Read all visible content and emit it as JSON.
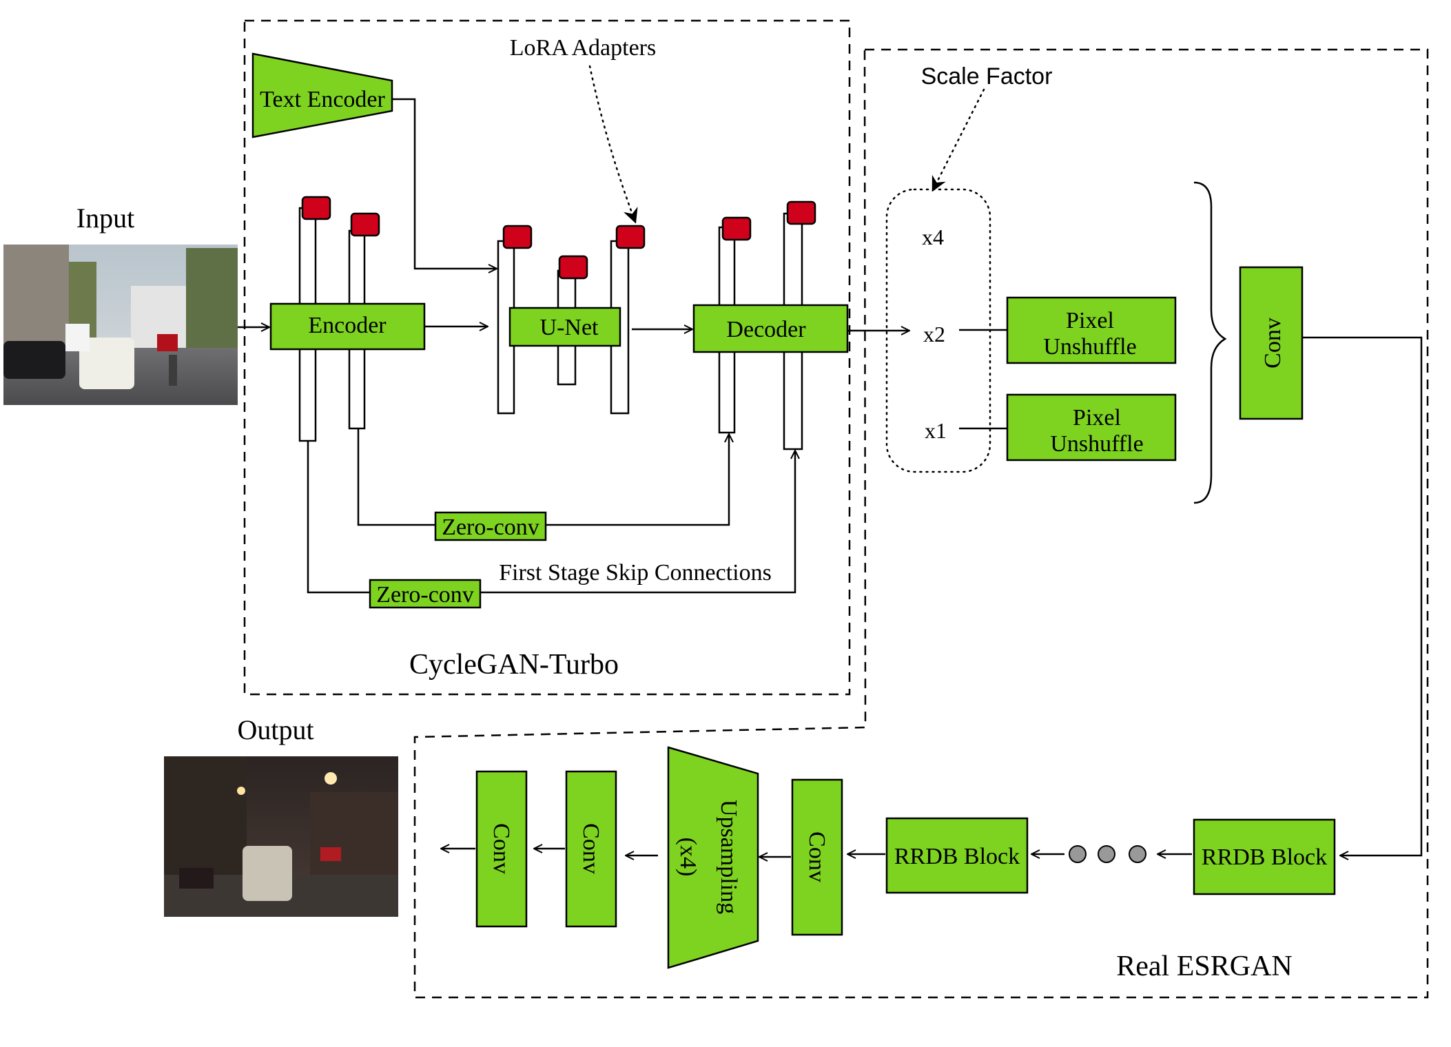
{
  "labels": {
    "input": "Input",
    "output": "Output",
    "lora": "LoRA Adapters",
    "scale_factor": "Scale Factor",
    "cyclegan": "CycleGAN-Turbo",
    "realesrgan": "Real ESRGAN",
    "skip_connections": "First Stage Skip Connections"
  },
  "cyclegan_blocks": {
    "text_encoder": "Text Encoder",
    "encoder": "Encoder",
    "unet": "U-Net",
    "decoder": "Decoder",
    "zero_conv_1": "Zero-conv",
    "zero_conv_2": "Zero-conv"
  },
  "scale_options": [
    "x4",
    "x2",
    "x1"
  ],
  "pixel_unshuffle": [
    "Pixel",
    "Unshuffle"
  ],
  "esrgan_blocks": {
    "conv_vertical": "Conv",
    "rrdb_1": "RRDB Block",
    "rrdb_2": "RRDB Block",
    "conv_a": "Conv",
    "upsampling_1": "Upsampling",
    "upsampling_2": "(x4)",
    "conv_b": "Conv",
    "conv_c": "Conv"
  },
  "colors": {
    "block_fill": "#7ed321",
    "adapter_fill": "#d0021b"
  }
}
